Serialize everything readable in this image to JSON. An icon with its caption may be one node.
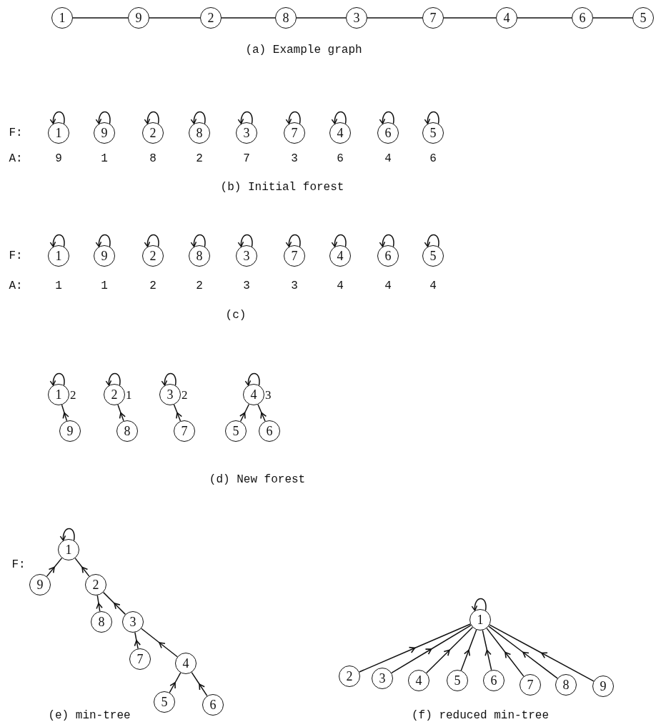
{
  "diagram": {
    "nodes": [
      {
        "text": [
          "1"
        ]
      },
      {
        "text": [
          "9"
        ]
      },
      {
        "text": [
          "2"
        ]
      },
      {
        "text": [
          "8"
        ]
      },
      {
        "text": [
          "3"
        ]
      },
      {
        "text": [
          "7"
        ]
      },
      {
        "text": [
          "4"
        ]
      },
      {
        "text": [
          "6"
        ]
      },
      {
        "text": [
          "5"
        ]
      },
      {
        "text": [
          "1"
        ],
        "beside": [
          "9"
        ]
      },
      {
        "text": [
          "9"
        ],
        "beside": [
          "1"
        ]
      },
      {
        "text": [
          "2"
        ],
        "beside": [
          "8"
        ]
      },
      {
        "text": [
          "8"
        ],
        "beside": [
          "2"
        ]
      },
      {
        "text": [
          "3"
        ],
        "beside": [
          "7"
        ]
      },
      {
        "text": [
          "7"
        ],
        "beside": [
          "3"
        ]
      },
      {
        "text": [
          "4"
        ],
        "beside": [
          "6"
        ]
      },
      {
        "text": [
          "6"
        ],
        "beside": [
          "4"
        ]
      },
      {
        "text": [
          "5"
        ],
        "beside": [
          "6"
        ]
      },
      {
        "text": [
          "1"
        ],
        "beside": [
          "1"
        ]
      },
      {
        "text": [
          "9"
        ],
        "beside": [
          "1"
        ]
      },
      {
        "text": [
          "2"
        ],
        "beside": [
          "2"
        ]
      },
      {
        "text": [
          "8"
        ],
        "beside": [
          "2"
        ]
      },
      {
        "text": [
          "3"
        ],
        "beside": [
          "3"
        ]
      },
      {
        "text": [
          "7"
        ],
        "beside": [
          "3"
        ]
      },
      {
        "text": [
          "4"
        ],
        "beside": [
          "4"
        ]
      },
      {
        "text": [
          "6"
        ],
        "beside": [
          "4"
        ]
      },
      {
        "text": [
          "5"
        ],
        "beside": [
          "4"
        ]
      },
      {
        "text": [
          "1"
        ],
        "beside": [
          "2"
        ]
      },
      {
        "text": [
          "9"
        ]
      },
      {
        "text": [
          "2"
        ],
        "beside": [
          "1"
        ]
      },
      {
        "text": [
          "8"
        ]
      },
      {
        "text": [
          "3"
        ],
        "beside": [
          "2"
        ]
      },
      {
        "text": [
          "7"
        ]
      },
      {
        "text": [
          "4"
        ],
        "beside": [
          "3"
        ]
      },
      {
        "text": [
          "5"
        ]
      },
      {
        "text": [
          "6"
        ]
      },
      {
        "text": [
          "1"
        ]
      },
      {
        "text": [
          "9"
        ]
      },
      {
        "text": [
          "2"
        ]
      },
      {
        "text": [
          "8"
        ]
      },
      {
        "text": [
          "3"
        ]
      },
      {
        "text": [
          "7"
        ]
      },
      {
        "text": [
          "4"
        ]
      },
      {
        "text": [
          "5"
        ]
      },
      {
        "text": [
          "6"
        ]
      },
      {
        "text": [
          "1"
        ]
      },
      {
        "text": [
          "2"
        ]
      },
      {
        "text": [
          "3"
        ]
      },
      {
        "text": [
          "4"
        ]
      },
      {
        "text": [
          "5"
        ]
      },
      {
        "text": [
          "6"
        ]
      },
      {
        "text": [
          "7"
        ]
      },
      {
        "text": [
          "8"
        ]
      },
      {
        "text": [
          "9"
        ]
      }
    ],
    "edges": [
      {
        "from": 0,
        "to": 1,
        "arrow": "none"
      },
      {
        "from": 1,
        "to": 2,
        "arrow": "none"
      },
      {
        "from": 2,
        "to": 3,
        "arrow": "none"
      },
      {
        "from": 3,
        "to": 4,
        "arrow": "none"
      },
      {
        "from": 4,
        "to": 5,
        "arrow": "none"
      },
      {
        "from": 5,
        "to": 6,
        "arrow": "none"
      },
      {
        "from": 6,
        "to": 7,
        "arrow": "none"
      },
      {
        "from": 7,
        "to": 8,
        "arrow": "none"
      },
      {
        "from": 9,
        "to": 9,
        "arrow": "to"
      },
      {
        "from": 10,
        "to": 10,
        "arrow": "to"
      },
      {
        "from": 11,
        "to": 11,
        "arrow": "to"
      },
      {
        "from": 12,
        "to": 12,
        "arrow": "to"
      },
      {
        "from": 13,
        "to": 13,
        "arrow": "to"
      },
      {
        "from": 14,
        "to": 14,
        "arrow": "to"
      },
      {
        "from": 15,
        "to": 15,
        "arrow": "to"
      },
      {
        "from": 16,
        "to": 16,
        "arrow": "to"
      },
      {
        "from": 17,
        "to": 17,
        "arrow": "to"
      },
      {
        "from": 18,
        "to": 18,
        "arrow": "to"
      },
      {
        "from": 19,
        "to": 19,
        "arrow": "to"
      },
      {
        "from": 20,
        "to": 20,
        "arrow": "to"
      },
      {
        "from": 21,
        "to": 21,
        "arrow": "to"
      },
      {
        "from": 22,
        "to": 22,
        "arrow": "to"
      },
      {
        "from": 23,
        "to": 23,
        "arrow": "to"
      },
      {
        "from": 24,
        "to": 24,
        "arrow": "to"
      },
      {
        "from": 25,
        "to": 25,
        "arrow": "to"
      },
      {
        "from": 26,
        "to": 26,
        "arrow": "to"
      },
      {
        "from": 27,
        "to": 27,
        "arrow": "to"
      },
      {
        "from": 28,
        "to": 27,
        "arrow": "to"
      },
      {
        "from": 29,
        "to": 29,
        "arrow": "to"
      },
      {
        "from": 30,
        "to": 29,
        "arrow": "to"
      },
      {
        "from": 31,
        "to": 31,
        "arrow": "to"
      },
      {
        "from": 32,
        "to": 31,
        "arrow": "to"
      },
      {
        "from": 33,
        "to": 33,
        "arrow": "to"
      },
      {
        "from": 34,
        "to": 33,
        "arrow": "to"
      },
      {
        "from": 35,
        "to": 33,
        "arrow": "to"
      },
      {
        "from": 36,
        "to": 36,
        "arrow": "to"
      },
      {
        "from": 37,
        "to": 36,
        "arrow": "to"
      },
      {
        "from": 38,
        "to": 36,
        "arrow": "to"
      },
      {
        "from": 39,
        "to": 38,
        "arrow": "to"
      },
      {
        "from": 40,
        "to": 38,
        "arrow": "to"
      },
      {
        "from": 41,
        "to": 40,
        "arrow": "to"
      },
      {
        "from": 42,
        "to": 40,
        "arrow": "to"
      },
      {
        "from": 43,
        "to": 42,
        "arrow": "to"
      },
      {
        "from": 44,
        "to": 42,
        "arrow": "to"
      },
      {
        "from": 45,
        "to": 45,
        "arrow": "to"
      },
      {
        "from": 46,
        "to": 45,
        "arrow": "to"
      },
      {
        "from": 47,
        "to": 45,
        "arrow": "to"
      },
      {
        "from": 48,
        "to": 45,
        "arrow": "to"
      },
      {
        "from": 49,
        "to": 45,
        "arrow": "to"
      },
      {
        "from": 50,
        "to": 45,
        "arrow": "to"
      },
      {
        "from": 51,
        "to": 45,
        "arrow": "to"
      },
      {
        "from": 52,
        "to": 45,
        "arrow": "to"
      },
      {
        "from": 53,
        "to": 45,
        "arrow": "to"
      }
    ],
    "labels": [
      "(a) Example graph",
      "F:",
      "A:",
      "(b) Initial forest",
      "F:",
      "A:",
      "(c)",
      "(d) New forest",
      "F:",
      "(e) min-tree",
      "(f) reduced min-tree"
    ]
  }
}
